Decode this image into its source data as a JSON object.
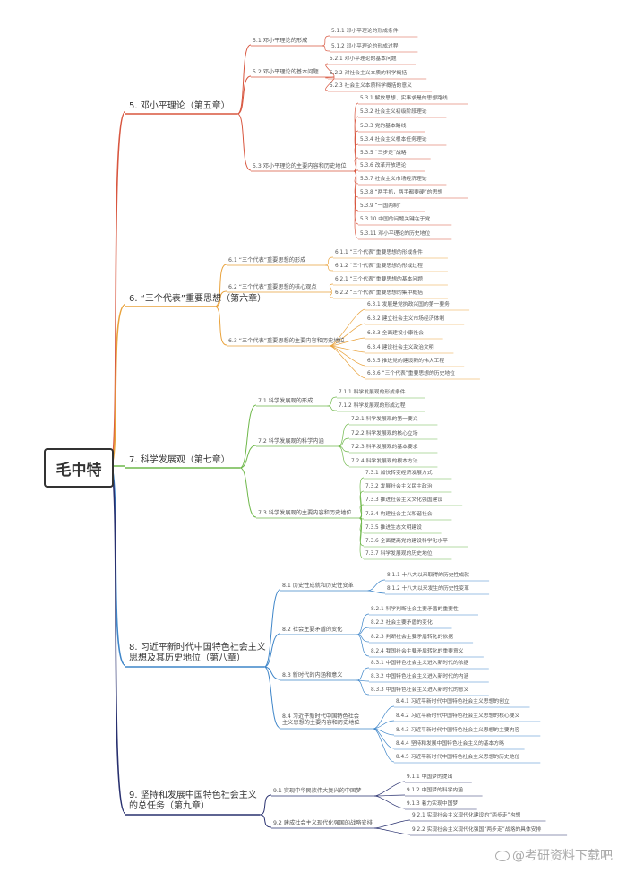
{
  "root": "毛中特",
  "colors": {
    "ch5": "#d8563f",
    "ch6": "#e9a23b",
    "ch7": "#6fb84b",
    "ch8": "#3f86c9",
    "ch9": "#28306f"
  },
  "chapters": [
    {
      "label": "5. 邓小平理论（第五章）",
      "sections": [
        {
          "label": "5.1 邓小平理论的形成",
          "items": [
            "5.1.1 邓小平理论的形成条件",
            "5.1.2 邓小平理论的形成过程"
          ]
        },
        {
          "label": "5.2 邓小平理论的基本问题",
          "items": [
            "5.2.1 邓小平理论的基本问题",
            "5.2.2 对社会主义本质的科学概括",
            "5.2.3 社会主义本质科学概括的意义"
          ]
        },
        {
          "label": "5.3 邓小平理论的主要内容和历史地位",
          "items": [
            "5.3.1 解放思想、实事求是的思想路线",
            "5.3.2 社会主义初级阶段理论",
            "5.3.3 党的基本路线",
            "5.3.4 社会主义根本任务理论",
            "5.3.5 “三步走”战略",
            "5.3.6 改革开放理论",
            "5.3.7 社会主义市场经济理论",
            "5.3.8 “两手抓，两手都要硬”的思想",
            "5.3.9 “一国两制”",
            "5.3.10 中国的问题关键在于党",
            "5.3.11 邓小平理论的历史地位"
          ]
        }
      ]
    },
    {
      "label": "6. “三个代表”重要思想（第六章）",
      "sections": [
        {
          "label": "6.1 “三个代表”重要思想的形成",
          "items": [
            "6.1.1 “三个代表”重要思想的形成条件",
            "6.1.2 “三个代表”重要思想的形成过程"
          ]
        },
        {
          "label": "6.2 “三个代表”重要思想的核心观点",
          "items": [
            "6.2.1 “三个代表”重要思想的基本问题",
            "6.2.2 “三个代表”重要思想的集中概括"
          ]
        },
        {
          "label": "6.3 “三个代表”重要思想的主要内容和历史地位",
          "items": [
            "6.3.1 发展是党执政兴国的第一要务",
            "6.3.2 建立社会主义市场经济体制",
            "6.3.3 全面建设小康社会",
            "6.3.4 建设社会主义政治文明",
            "6.3.5 推进党的建设新的伟大工程",
            "6.3.6 “三个代表”重要思想的历史地位"
          ]
        }
      ]
    },
    {
      "label": "7. 科学发展观（第七章）",
      "sections": [
        {
          "label": "7.1 科学发展观的形成",
          "items": [
            "7.1.1 科学发展观的形成条件",
            "7.1.2 科学发展观的形成过程"
          ]
        },
        {
          "label": "7.2 科学发展观的科学内涵",
          "items": [
            "7.2.1 科学发展观的第一要义",
            "7.2.2 科学发展观的核心立场",
            "7.2.3 科学发展观的基本要求",
            "7.2.4 科学发展观的根本方法"
          ]
        },
        {
          "label": "7.3 科学发展观的主要内容和历史地位",
          "items": [
            "7.3.1 加快转变经济发展方式",
            "7.3.2 发展社会主义民主政治",
            "7.3.3 推进社会主义文化强国建设",
            "7.3.4 构建社会主义和谐社会",
            "7.3.5 推进生态文明建设",
            "7.3.6 全面提高党的建设科学化水平",
            "7.3.7 科学发展观的历史地位"
          ]
        }
      ]
    },
    {
      "label": "8. 习近平新时代中国特色社会主义思想及其历史地位（第八章）",
      "label_lines": [
        "8. 习近平新时代中国特色社会主义",
        "思想及其历史地位（第八章）"
      ],
      "sections": [
        {
          "label": "8.1 历史性成就和历史性变革",
          "items": [
            "8.1.1 十八大以来取得的历史性成就",
            "8.1.2 十八大以来发生的历史性变革"
          ]
        },
        {
          "label": "8.2 社会主要矛盾的变化",
          "items": [
            "8.2.1 科学判断社会主要矛盾的重要性",
            "8.2.2 社会主要矛盾的变化",
            "8.2.3 判断社会主要矛盾转化的依据",
            "8.2.4 我国社会主要矛盾转化的重要意义"
          ]
        },
        {
          "label": "8.3 新时代的内涵和意义",
          "items": [
            "8.3.1 中国特色社会主义进入新时代的依据",
            "8.3.2 中国特色社会主义进入新时代的内涵",
            "8.3.3 中国特色社会主义进入新时代的意义"
          ]
        },
        {
          "label": "8.4 习近平新时代中国特色社会主义思想的主要内容和历史地位",
          "label_lines": [
            "8.4 习近平新时代中国特色社会",
            "主义思想的主要内容和历史地位"
          ],
          "items": [
            "8.4.1 习近平新时代中国特色社会主义思想的创立",
            "8.4.2 习近平新时代中国特色社会主义思想的核心要义",
            "8.4.3 习近平新时代中国特色社会主义思想的主要内容",
            "8.4.4 坚持和发展中国特色社会主义的基本方略",
            "8.4.5 习近平新时代中国特色社会主义思想的历史地位"
          ]
        }
      ]
    },
    {
      "label": "9. 坚持和发展中国特色社会主义的总任务（第九章）",
      "label_lines": [
        "9. 坚持和发展中国特色社会主义",
        "的总任务（第九章）"
      ],
      "sections": [
        {
          "label": "9.1 实现中华民族伟大复兴的中国梦",
          "items": [
            "9.1.1 中国梦的提出",
            "9.1.2 中国梦的科学内涵",
            "9.1.3 着力实现中国梦"
          ]
        },
        {
          "label": "9.2 建成社会主义现代化强国的战略安排",
          "items": [
            "9.2.1 实现社会主义现代化建设的“两步走”构想",
            "9.2.2 实现社会主义现代化强国“两步走”战略的具体安排"
          ]
        }
      ]
    }
  ],
  "watermark": "@考研资料下载吧"
}
